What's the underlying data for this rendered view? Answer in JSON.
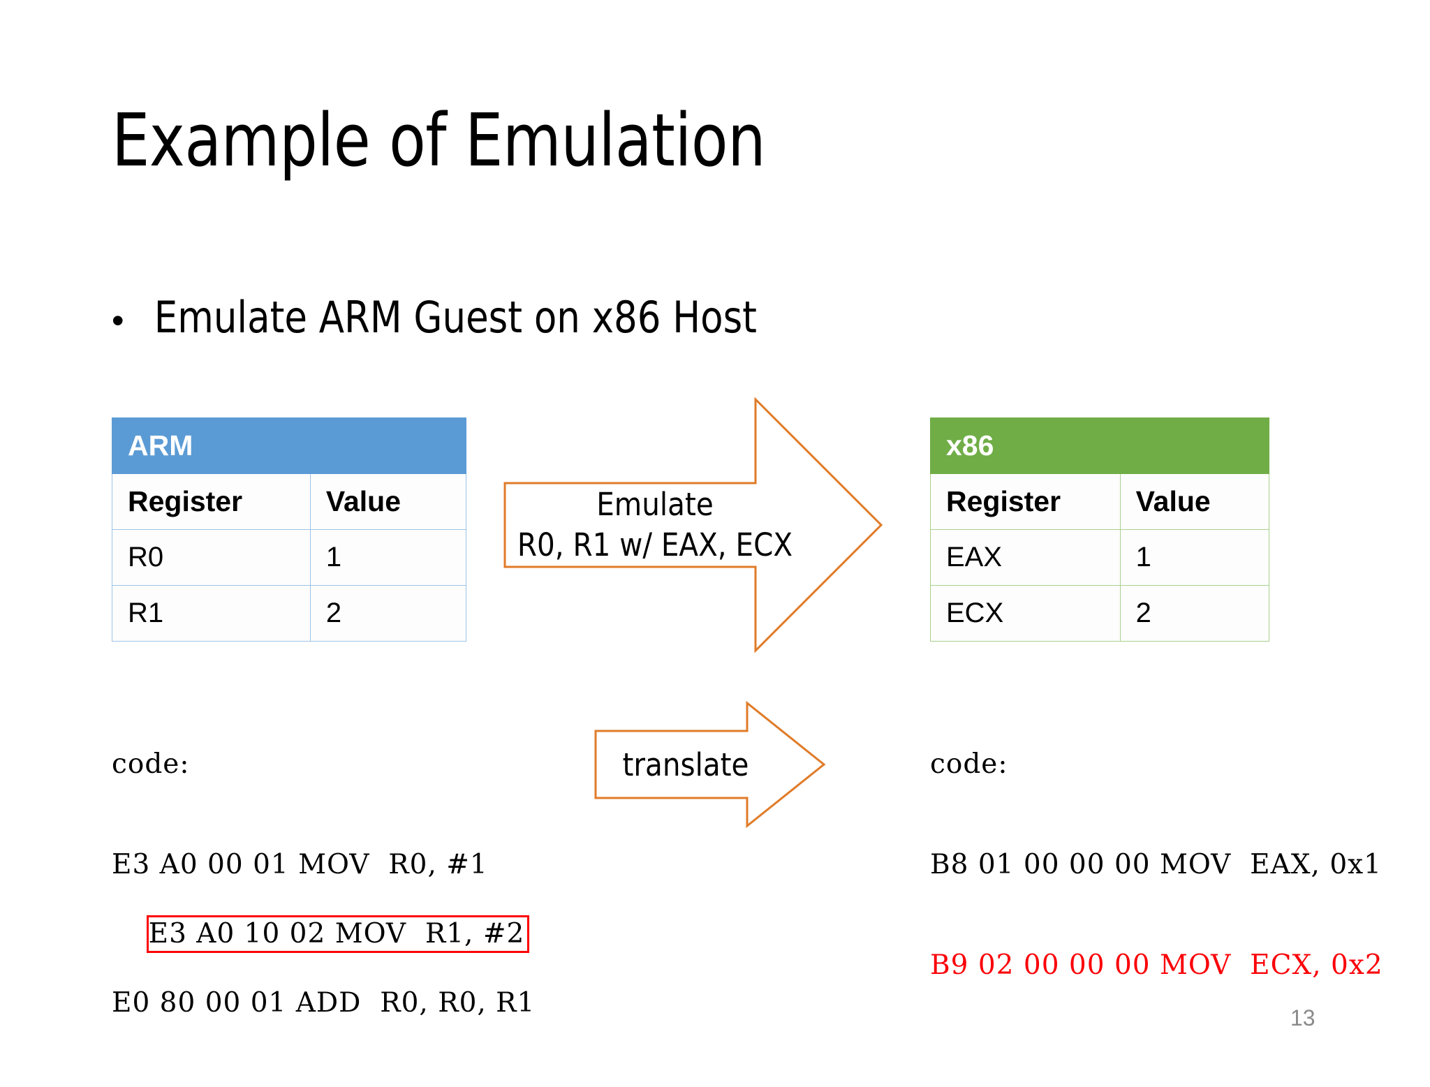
{
  "slide": {
    "title": "Example of Emulation",
    "number": "13",
    "bullet_marker": "•",
    "bullet_text": "Emulate ARM Guest on x86 Host"
  },
  "arm_table": {
    "title": "ARM",
    "header_color": "#5B9BD5",
    "border_color": "#9DC3E6",
    "columns": [
      "Register",
      "Value"
    ],
    "rows": [
      {
        "register": "R0",
        "value": "1",
        "value_color": "#000000"
      },
      {
        "register": "R1",
        "value": "2",
        "value_color": "#FB0007"
      }
    ]
  },
  "x86_table": {
    "title": "x86",
    "header_color": "#70AD47",
    "border_color": "#A9D18E",
    "columns": [
      "Register",
      "Value"
    ],
    "rows": [
      {
        "register": "EAX",
        "value": "1",
        "value_color": "#000000"
      },
      {
        "register": "ECX",
        "value": "2",
        "value_color": "#FB0007"
      }
    ]
  },
  "arm_code": {
    "label": "code:",
    "lines": [
      {
        "text": "E3 A0 00 01 MOV  R0, #1",
        "color": "#000000",
        "boxed": false
      },
      {
        "text": "E3 A0 10 02 MOV  R1, #2",
        "color": "#000000",
        "boxed": true
      },
      {
        "text": "E0 80 00 01 ADD  R0, R0, R1",
        "color": "#000000",
        "boxed": false
      }
    ],
    "highlight_box_color": "#FF0000"
  },
  "x86_code": {
    "label": "code:",
    "lines": [
      {
        "text": "B8 01 00 00 00 MOV  EAX, 0x1",
        "color": "#000000",
        "boxed": false
      },
      {
        "text": "B9 02 00 00 00 MOV  ECX, 0x2",
        "color": "#FB0007",
        "boxed": false
      }
    ]
  },
  "arrows": {
    "color": "#E07B28",
    "emulate": {
      "line1": "Emulate",
      "line2": "R0, R1 w/ EAX, ECX"
    },
    "translate": {
      "line1": "translate"
    }
  }
}
